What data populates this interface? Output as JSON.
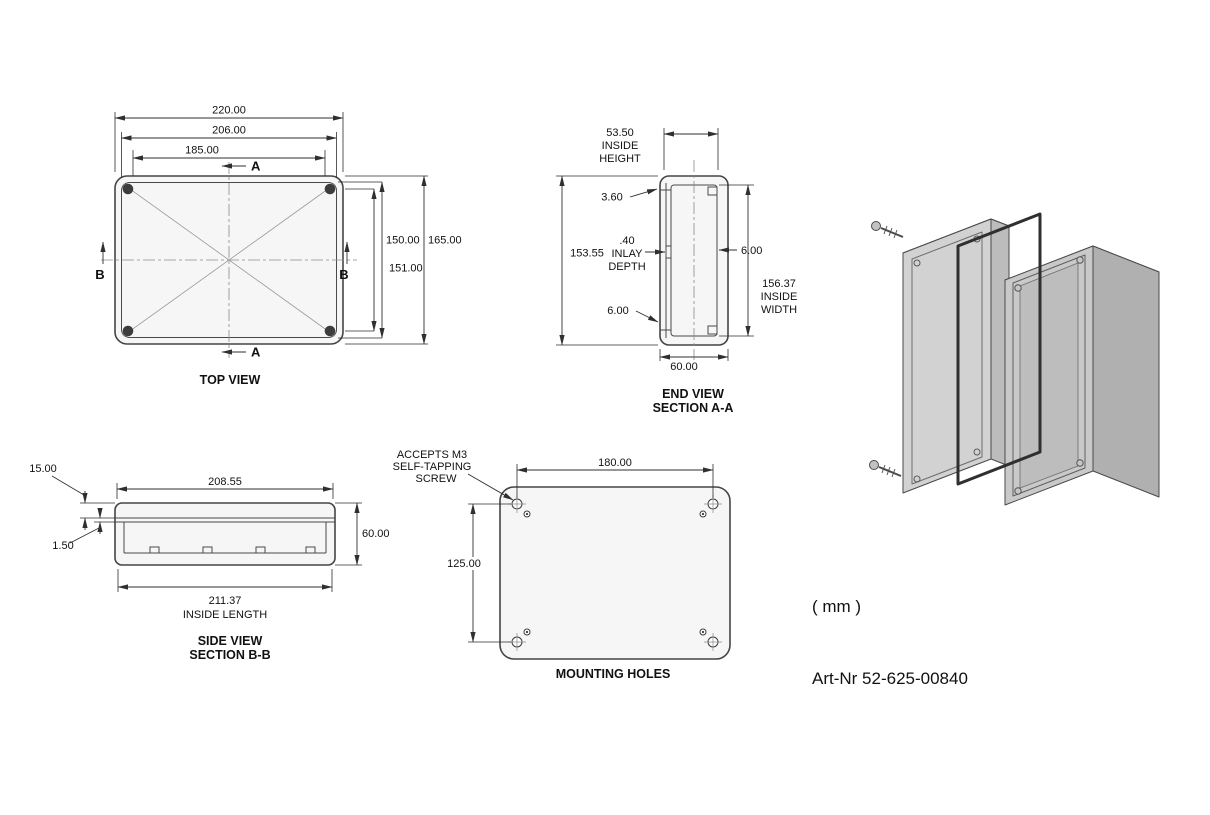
{
  "footer": {
    "units": "( mm )",
    "article": "Art-Nr 52-625-00840"
  },
  "top_view": {
    "title": "TOP VIEW",
    "dim_overall_length": "220.00",
    "dim_lid_length": "206.00",
    "dim_opening_length": "185.00",
    "dim_opening_width": "150.00",
    "dim_lid_width": "151.00",
    "dim_overall_width": "165.00",
    "section_a": "A",
    "section_b": "B"
  },
  "end_view": {
    "title": "END VIEW",
    "subtitle": "SECTION A-A",
    "inside_height": {
      "value": "53.50",
      "label1": "INSIDE",
      "label2": "HEIGHT"
    },
    "dim_lid_wall": "3.60",
    "inlay": {
      "value": ".40",
      "label1": "INLAY",
      "label2": "DEPTH"
    },
    "dim_side_wall": "6.00",
    "dim_body_height": "153.55",
    "dim_bottom_wall": "6.00",
    "inside_width": {
      "value": "156.37",
      "label1": "INSIDE",
      "label2": "WIDTH"
    },
    "dim_depth": "60.00"
  },
  "side_view": {
    "title": "SIDE VIEW",
    "subtitle": "SECTION B-B",
    "dim_lid_height": "15.00",
    "dim_lid_length": "208.55",
    "dim_lip": "1.50",
    "dim_height": "60.00",
    "inside_length": {
      "value": "211.37",
      "label": "INSIDE LENGTH"
    }
  },
  "mounting_view": {
    "title": "MOUNTING HOLES",
    "note": {
      "line1": "ACCEPTS M3",
      "line2": "SELF-TAPPING",
      "line3": "SCREW"
    },
    "dim_spacing_x": "180.00",
    "dim_spacing_y": "125.00"
  }
}
